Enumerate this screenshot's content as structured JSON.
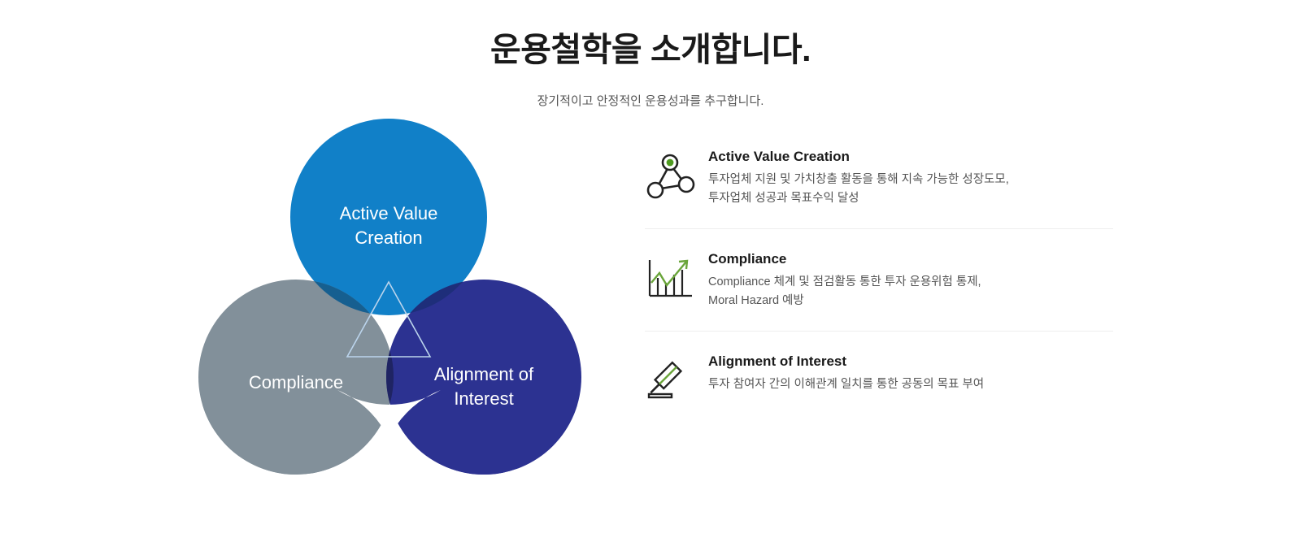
{
  "header": {
    "title": "운용철학을 소개합니다.",
    "subtitle": "장기적이고 안정적인 운용성과를 추구합니다."
  },
  "venn": {
    "circles": [
      {
        "label_line1": "Active Value",
        "label_line2": "Creation",
        "color": "#1180C8",
        "name": "active-value-creation"
      },
      {
        "label_line1": "Compliance",
        "label_line2": "",
        "color": "#82909A",
        "name": "compliance"
      },
      {
        "label_line1": "Alignment of",
        "label_line2": "Interest",
        "color": "#2C3291",
        "name": "alignment-of-interest"
      }
    ],
    "overlap_colors": {
      "blue_gray": "#165F90",
      "blue_purple": "#1E2E7A",
      "gray_purple": "#1F2463"
    },
    "triangle_stroke": "#BBD4EC"
  },
  "features": [
    {
      "icon": "network-nodes-icon",
      "title": "Active Value Creation",
      "desc": "투자업체 지원 및 가치창출 활동을 통해 지속 가능한 성장도모,\n투자업체 성공과 목표수익 달성"
    },
    {
      "icon": "growth-chart-icon",
      "title": "Compliance",
      "desc": "Compliance 체계 및 점검활동 통한 투자 운용위험 통제,\nMoral Hazard 예방"
    },
    {
      "icon": "gavel-icon",
      "title": "Alignment of Interest",
      "desc": "투자 참여자 간의 이해관계 일치를 통한 공동의 목표 부여"
    }
  ],
  "accent_colors": {
    "green": "#4E9A20",
    "dark": "#222222",
    "divider": "#eeeeee"
  }
}
